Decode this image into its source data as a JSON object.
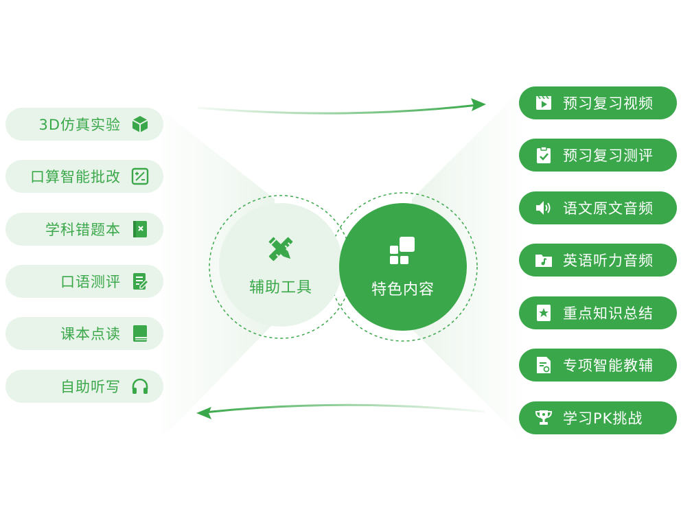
{
  "colors": {
    "primary_green": "#3aa84a",
    "light_green": "#e8f4e9",
    "text_on_green": "#ffffff"
  },
  "center": {
    "left": {
      "title": "辅助工具",
      "icon": "ruler-pencil-icon"
    },
    "right": {
      "title": "特色内容",
      "icon": "app-grid-icon"
    }
  },
  "left_items": [
    {
      "label": "3D仿真实验",
      "icon": "cube-icon"
    },
    {
      "label": "口算智能批改",
      "icon": "calculator-icon"
    },
    {
      "label": "学科错题本",
      "icon": "error-book-icon"
    },
    {
      "label": "口语测评",
      "icon": "note-edit-icon"
    },
    {
      "label": "课本点读",
      "icon": "book-icon"
    },
    {
      "label": "自助听写",
      "icon": "headphones-icon"
    }
  ],
  "right_items": [
    {
      "label": "预习复习视频",
      "icon": "video-play-icon"
    },
    {
      "label": "预习复习测评",
      "icon": "clipboard-check-icon"
    },
    {
      "label": "语文原文音频",
      "icon": "speaker-icon"
    },
    {
      "label": "英语听力音频",
      "icon": "music-folder-icon"
    },
    {
      "label": "重点知识总结",
      "icon": "bookmark-star-icon"
    },
    {
      "label": "专项智能教辅",
      "icon": "document-refresh-icon"
    },
    {
      "label": "学习PK挑战",
      "icon": "trophy-icon"
    }
  ]
}
